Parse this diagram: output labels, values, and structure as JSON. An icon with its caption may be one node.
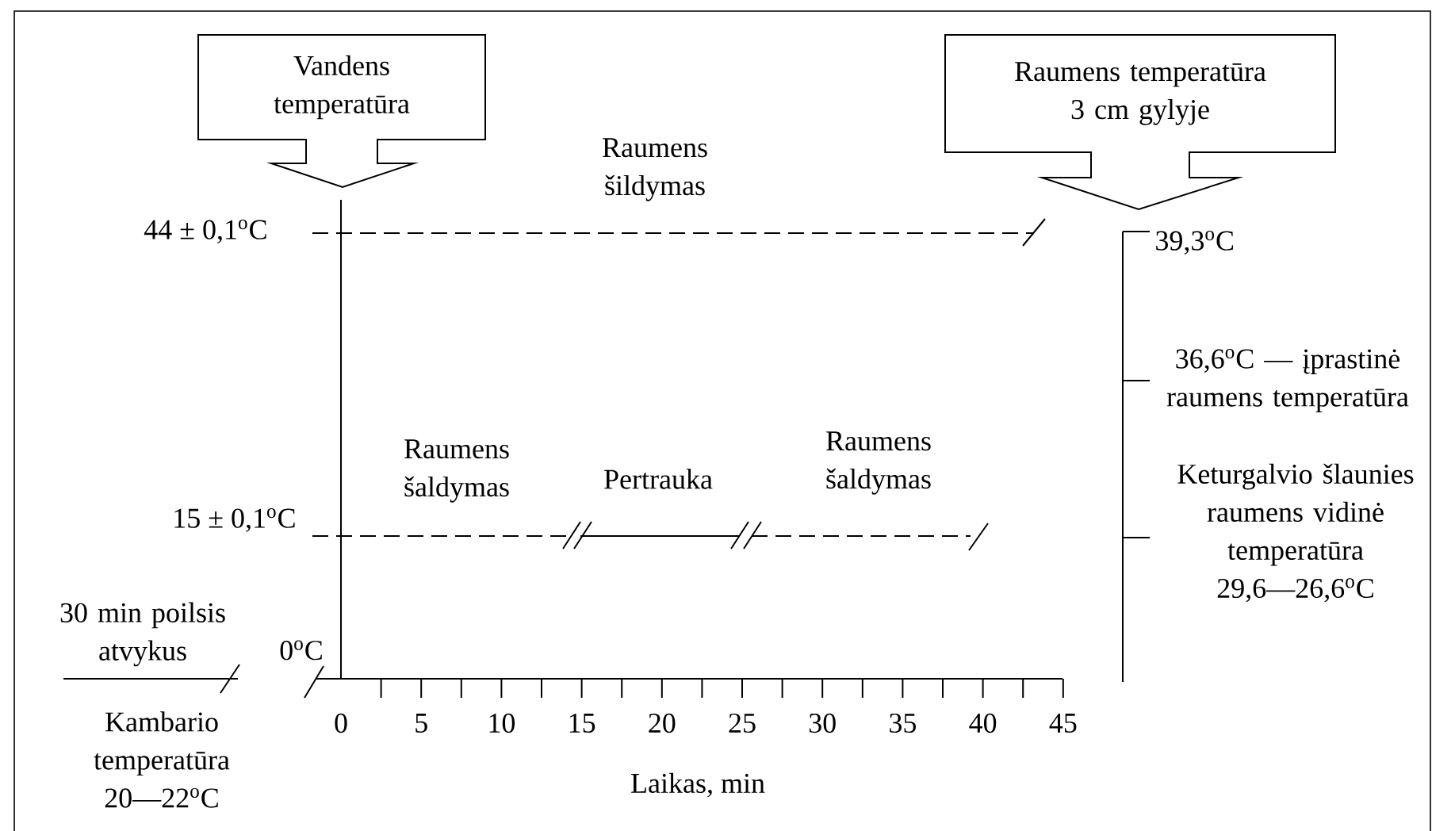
{
  "diagram": {
    "nodes": [
      {
        "text": [
          "Vandens temperatūra"
        ]
      },
      {
        "text": [
          "Raumens temperatūra 3 cm gylyje"
        ]
      }
    ],
    "labels": [
      "Raumens šildymas",
      "44 ± 0,1$^{o}$C",
      "39,3$^{o}$C",
      "36,6$^{o}$C — įprastinė raumens temperatūra",
      "Raumens šaldymas",
      "Pertrauka",
      "Raumens šaldymas",
      "15 ± 0,1$^{o}$C",
      "Keturgalvio šlaunies raumens vidinė temperatūra 29,6—26,6$^{o}$C",
      "30 min poilsis atvykus",
      "0$^{o}$C",
      "0",
      "5",
      "10",
      "15",
      "20",
      "25",
      "30",
      "35",
      "40",
      "45",
      "Kambario temperatūra 20—22$^{o}$C",
      "Laikas, min"
    ]
  }
}
